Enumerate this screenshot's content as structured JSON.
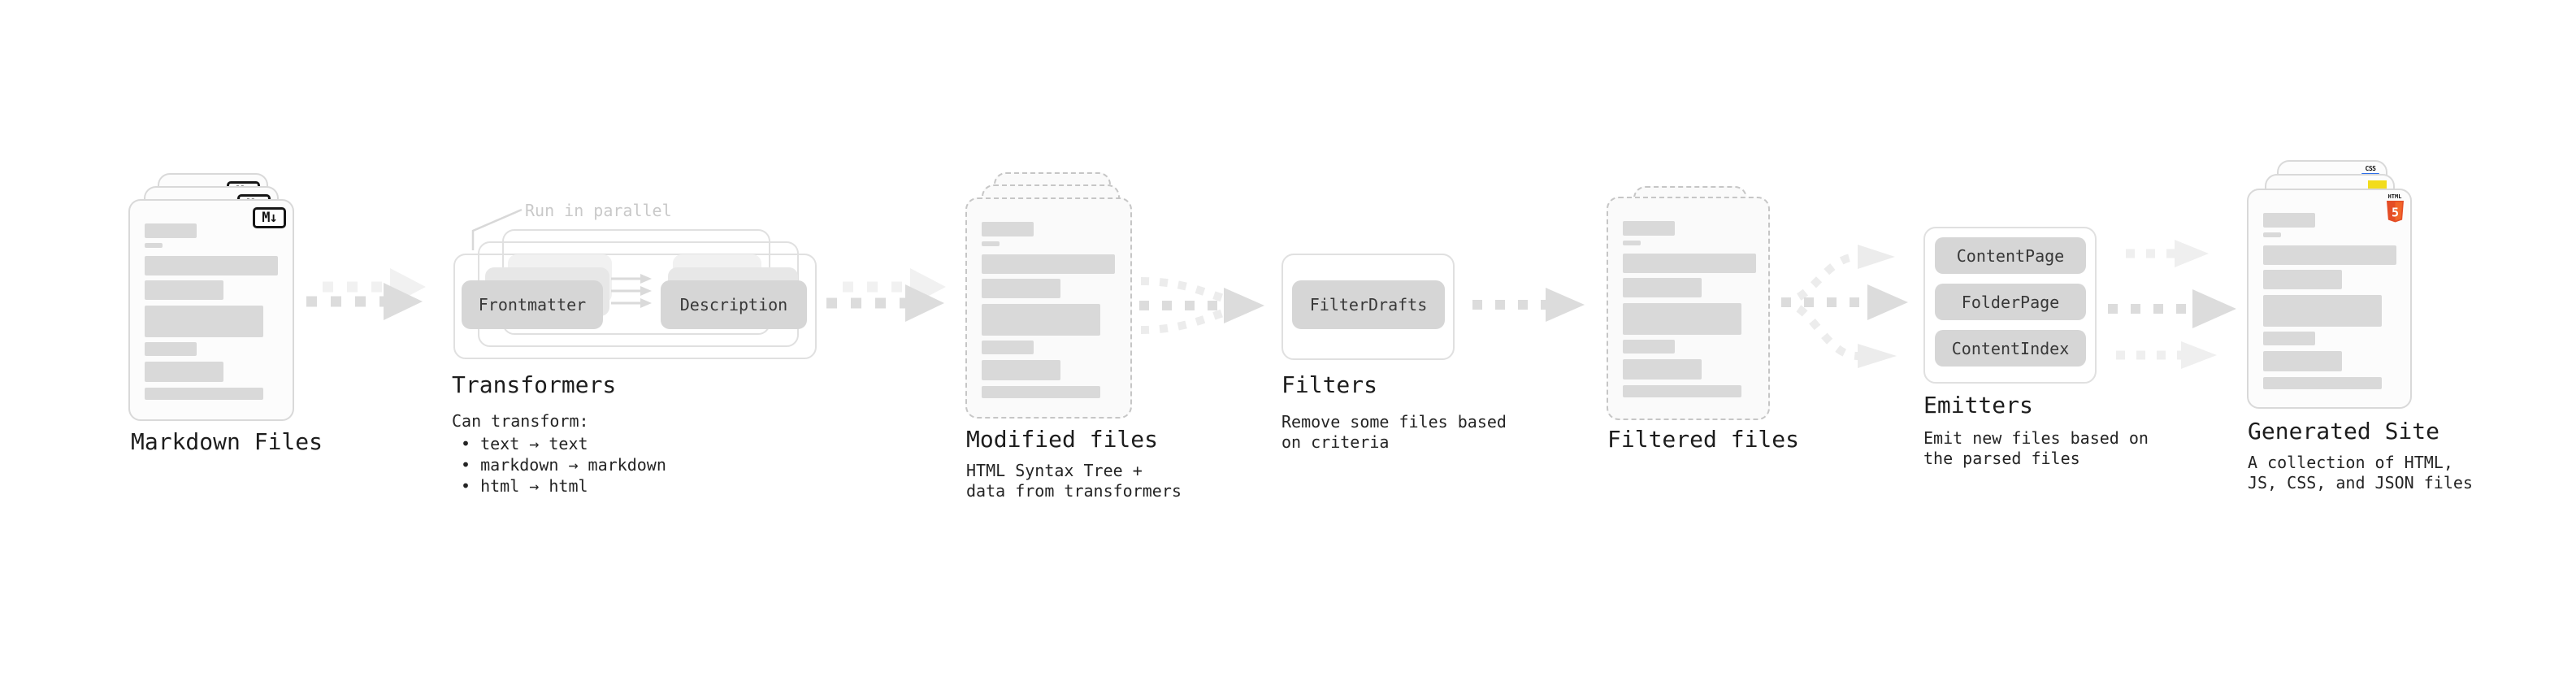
{
  "markdown_files": {
    "label": "Markdown Files",
    "badge": "M↓"
  },
  "transformers": {
    "note": "Run in parallel",
    "pill_left": "Frontmatter",
    "pill_right": "Description",
    "title": "Transformers",
    "desc_heading": "Can transform:",
    "bullets": [
      "• text → text",
      "• markdown → markdown",
      "• html → html"
    ]
  },
  "modified_files": {
    "label": "Modified files",
    "desc": [
      "HTML Syntax Tree +",
      "data from transformers"
    ]
  },
  "filters": {
    "pill": "FilterDrafts",
    "title": "Filters",
    "desc": [
      "Remove some files based",
      "on criteria"
    ]
  },
  "filtered_files": {
    "label": "Filtered files"
  },
  "emitters": {
    "pills": [
      "ContentPage",
      "FolderPage",
      "ContentIndex"
    ],
    "title": "Emitters",
    "desc": [
      "Emit new files based on",
      "the parsed files"
    ]
  },
  "generated_site": {
    "label": "Generated Site",
    "desc": [
      "A collection of HTML,",
      "JS, CSS, and JSON files"
    ],
    "css_badge": "CSS",
    "html_badge_label": "HTML",
    "html_badge_number": "5"
  },
  "colors": {
    "arrow_dark": "#dcdcdc",
    "arrow_light": "#f1f1f1",
    "placeholder_bar": "#d9d9d9",
    "html5_orange": "#e44d26",
    "js_yellow": "#f2dc1c",
    "css_blue": "#2b6de8"
  }
}
